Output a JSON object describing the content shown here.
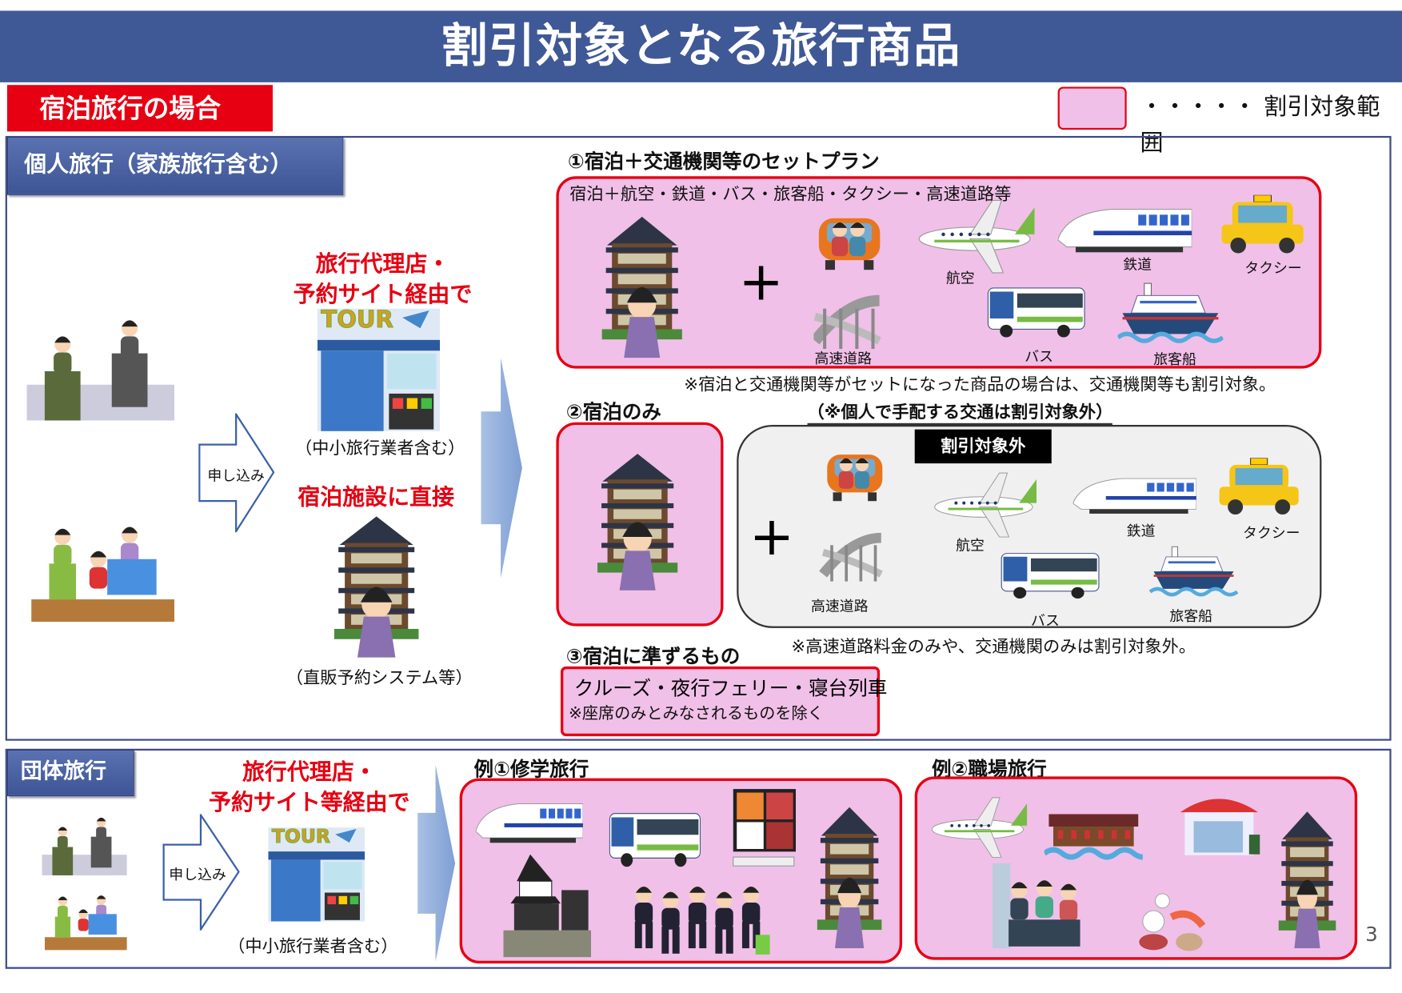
{
  "title": "割引対象となる旅行商品",
  "lodging_label": "宿泊旅行の場合",
  "legend": {
    "dots": "・・・・・",
    "label": "割引対象範囲",
    "color": "#f0c0e8",
    "border": "#e60012"
  },
  "individual": {
    "label": "個人旅行（家族旅行含む）",
    "apply": "申し込み",
    "agency": "旅行代理店・\n予約サイト経由で",
    "agency_logo": "TOUR",
    "agency_note": "（中小旅行業者含む）",
    "direct": "宿泊施設に直接",
    "direct_note": "（直販予約システム等）",
    "plan1": {
      "heading": "①宿泊＋交通機関等のセットプラン",
      "subtitle": "宿泊＋航空・鉄道・バス・旅客船・タクシー・高速道路等",
      "items": [
        "航空",
        "鉄道",
        "タクシー",
        "高速道路",
        "バス",
        "旅客船"
      ],
      "note": "※宿泊と交通機関等がセットになった商品の場合は、交通機関等も割引対象。"
    },
    "plan2": {
      "heading": "②宿泊のみ",
      "excluded_heading": "（※個人で手配する交通は割引対象外）",
      "excluded_badge": "割引対象外",
      "items": [
        "航空",
        "鉄道",
        "タクシー",
        "高速道路",
        "バス",
        "旅客船"
      ],
      "note": "※高速道路料金のみや、交通機関のみは割引対象外。"
    },
    "plan3": {
      "heading": "③宿泊に準ずるもの",
      "text": "クルーズ・夜行フェリー・寝台列車",
      "note": "※座席のみとみなされるものを除く"
    }
  },
  "group": {
    "label": "団体旅行",
    "apply": "申し込み",
    "agency": "旅行代理店・\n予約サイト等経由で",
    "agency_logo": "TOUR",
    "agency_note": "（中小旅行業者含む）",
    "example1": "例①修学旅行",
    "example2": "例②職場旅行"
  },
  "page_number": "3"
}
